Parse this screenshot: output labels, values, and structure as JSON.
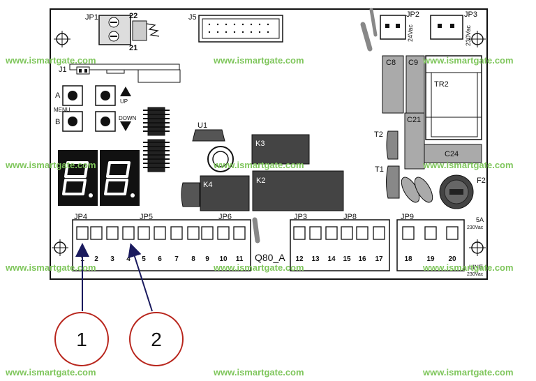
{
  "watermark": "www.ismartgate.com",
  "board": {
    "model": "Q80_A",
    "connectors": {
      "jp1": "JP1",
      "jp2": "JP2",
      "jp3_top": "JP3",
      "j1": "J1",
      "j5": "J5",
      "jp4": "JP4",
      "jp5": "JP5",
      "jp6": "JP6",
      "jp3": "JP3",
      "jp8": "JP8",
      "jp9": "JP9",
      "jp1_pin_22": "22",
      "jp1_pin_21": "21"
    },
    "components": {
      "u1": "U1",
      "k2": "K2",
      "k3": "K3",
      "k4": "K4",
      "c8": "C8",
      "c9": "C9",
      "c21": "C21",
      "c24": "C24",
      "tr2": "TR2",
      "t1": "T1",
      "t2": "T2",
      "f2": "F2"
    },
    "buttons": {
      "a": "A",
      "b": "B",
      "menu": "MENU",
      "up": "UP",
      "down": "DOWN"
    },
    "voltages": {
      "jp2": "24Vac",
      "jp3": "230Vac",
      "fuse_rating": "5A",
      "fuse_voltage": "230Vac",
      "line_label": "LINE",
      "line_voltage": "230Vac"
    },
    "terminals": [
      "1",
      "2",
      "3",
      "4",
      "5",
      "6",
      "7",
      "8",
      "9",
      "10",
      "11",
      "12",
      "13",
      "14",
      "15",
      "16",
      "17",
      "18",
      "19",
      "20"
    ]
  },
  "callouts": [
    "1",
    "2"
  ]
}
